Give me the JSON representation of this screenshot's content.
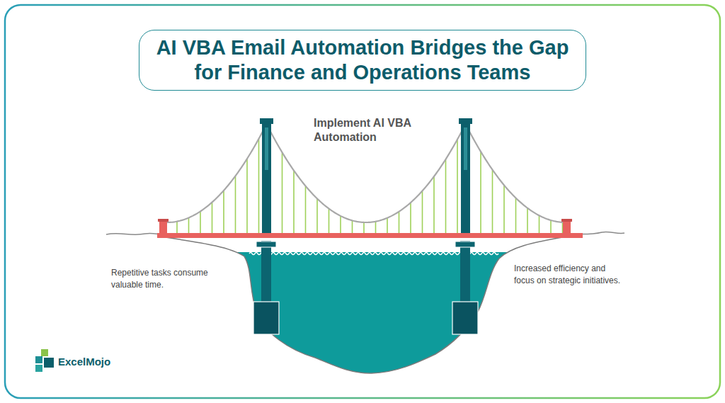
{
  "diagram": {
    "title": "AI VBA Email Automation Bridges the Gap for Finance and Operations Teams",
    "labels": [
      "Implement AI VBA Automation",
      "Repetitive tasks consume valuable time.",
      "Increased efficiency and focus on strategic initiatives.",
      "ExcelMojo"
    ]
  }
}
